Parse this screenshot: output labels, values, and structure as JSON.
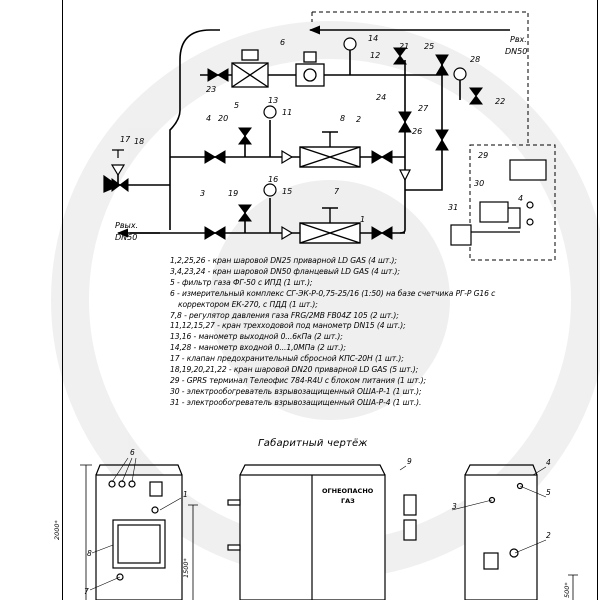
{
  "scheme": {
    "inlet": {
      "line1": "Рвх.",
      "line2": "DN50"
    },
    "outlet": {
      "line1": "Рвых.",
      "line2": "DN50"
    },
    "callouts": {
      "c1": "1",
      "c2": "2",
      "c3": "3",
      "c4": "4",
      "c5": "5",
      "c6": "6",
      "c7": "7",
      "c8": "8",
      "c11": "11",
      "c12": "12",
      "c13": "13",
      "c14": "14",
      "c15": "15",
      "c16": "16",
      "c17": "17",
      "c18": "18",
      "c19": "19",
      "c20": "20",
      "c21": "21",
      "c22": "22",
      "c23": "23",
      "c24": "24",
      "c25": "25",
      "c26": "26",
      "c27": "27",
      "c28": "28",
      "c29": "29",
      "c30": "30",
      "c31": "31"
    },
    "regulator_label": "4"
  },
  "legend": [
    "1,2,25,26 - кран шаровой DN25 приварной LD GAS (4 шт.);",
    "3,4,23,24 - кран шаровой DN50 фланцевый LD GAS (4 шт.);",
    "5 - фильтр газа ФГ-50 с ИПД (1 шт.);",
    "6 - измерительный комплекс СГ-ЭК-Р-0,75-25/16 (1:50) на базе счетчика РГ-Р G16 с",
    "корректором ЕК-270, с ПДД (1 шт.);",
    "7,8 - регулятор давления газа FRG/2MB FB04Z 105   (2 шт.);",
    "11,12,15,27 - кран трехходовой под манометр DN15 (4 шт.);",
    "13,16 - манометр выходной 0...6кПа (2 шт.);",
    "14,28 - манометр входной 0...1,0МПа (2 шт.);",
    "17 - клапан предохранительный сбросной КПС-20Н (1 шт.);",
    "18,19,20,21,22 - кран шаровой DN20 приварной LD GAS (5 шт.);",
    "29 - GPRS терминал Телеофис 784-R4U с блоком питания (1 шт.);",
    "30 - электрообогреватель взрывозащищенный ОША-Р-1 (1 шт.);",
    "31 - электрообогреватель взрывозащищенный ОША-Р-4 (1 шт.)."
  ],
  "drawing": {
    "caption": "Габаритный чертёж",
    "warning_line1": "ОГНЕОПАСНО",
    "warning_line2": "ГАЗ",
    "dim_height": "2000*",
    "dim_lower": "1500*",
    "dim_base": "500*",
    "labels": {
      "d1": "1",
      "d2": "2",
      "d3": "3",
      "d4": "4",
      "d5": "5",
      "d6": "6",
      "d7": "7",
      "d8": "8",
      "d9": "9"
    }
  }
}
